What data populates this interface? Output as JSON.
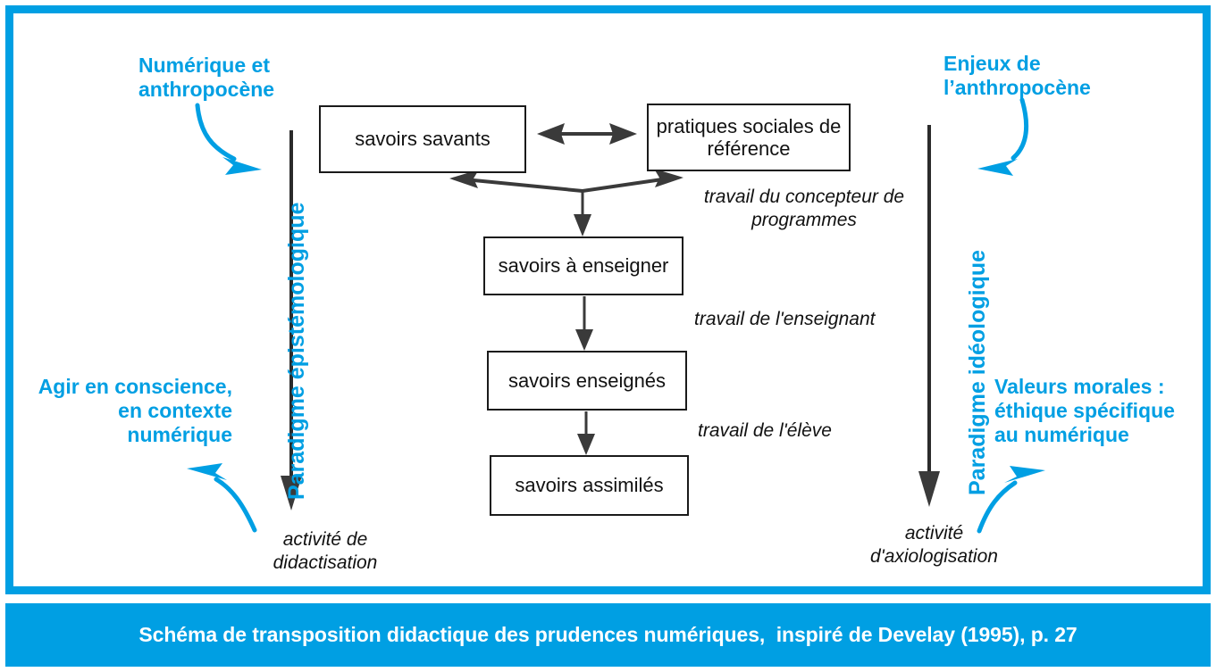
{
  "figure": {
    "caption": "Schéma de transposition didactique des prudences numériques,  inspiré de Develay (1995), p. 27",
    "accent_color": "#009FE3",
    "line_color": "#1a1a1a",
    "background": "#ffffff"
  },
  "boxes": [
    {
      "id": "savoirs-savants",
      "label": "savoirs savants"
    },
    {
      "id": "pratiques-sociales",
      "label": "pratiques sociales\nde référence"
    },
    {
      "id": "savoirs-a-enseigner",
      "label": "savoirs à enseigner"
    },
    {
      "id": "savoirs-enseignes",
      "label": "savoirs enseignés"
    },
    {
      "id": "savoirs-assimiles",
      "label": "savoirs assimilés"
    }
  ],
  "process_labels": [
    {
      "id": "concepteur",
      "text": "travail du concepteur de\nprogrammes"
    },
    {
      "id": "enseignant",
      "text": "travail de l'enseignant"
    },
    {
      "id": "eleve",
      "text": "travail de l'élève"
    }
  ],
  "axes": [
    {
      "id": "epistemologique",
      "label": "Paradigme épistémologique"
    },
    {
      "id": "ideologique",
      "label": "Paradigme idéologique"
    }
  ],
  "activities": [
    {
      "id": "didactisation",
      "text": "activité de\ndidactisation"
    },
    {
      "id": "axiologisation",
      "text": "activité\nd'axiologisation"
    }
  ],
  "annotations": [
    {
      "id": "numerique-anthropocene",
      "text": "Numérique et\nanthropocène"
    },
    {
      "id": "enjeux-anthropocene",
      "text": "Enjeux de\nl’anthropocène"
    },
    {
      "id": "agir-en-conscience",
      "text": "Agir en conscience,\nen contexte\nnumérique"
    },
    {
      "id": "valeurs-morales",
      "text": "Valeurs morales :\néthique spécifique\nau numérique"
    }
  ]
}
